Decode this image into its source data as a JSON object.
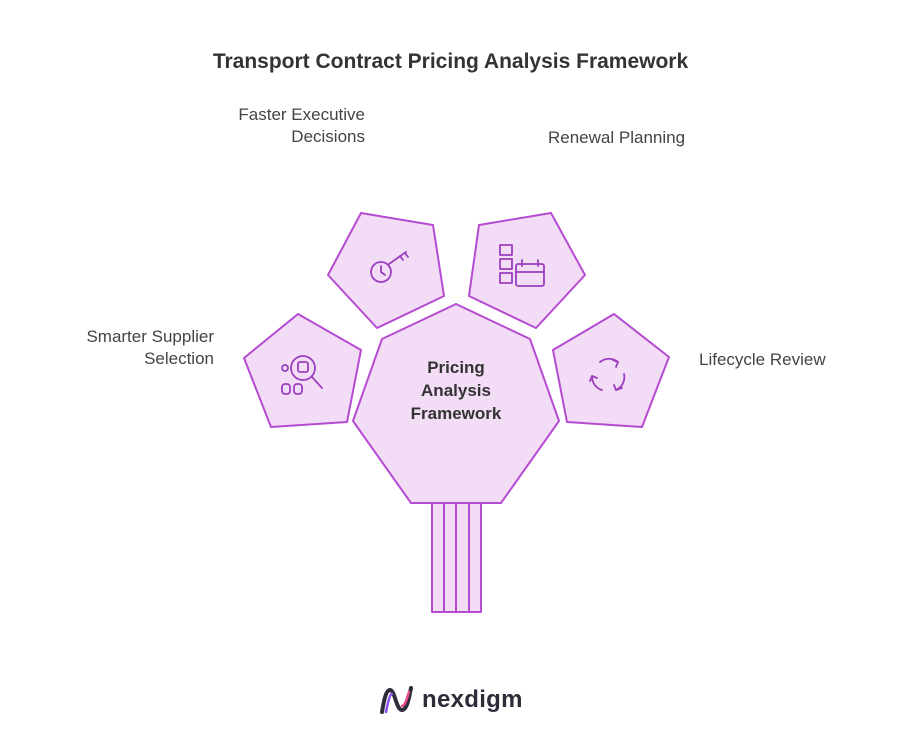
{
  "title": "Transport Contract Pricing Analysis Framework",
  "center": {
    "line1": "Pricing",
    "line2": "Analysis",
    "line3": "Framework"
  },
  "labels": {
    "faster_line1": "Faster Executive",
    "faster_line2": "Decisions",
    "renewal": "Renewal Planning",
    "supplier_line1": "Smarter Supplier",
    "supplier_line2": "Selection",
    "lifecycle": "Lifecycle Review"
  },
  "brand": {
    "name": "nexdigm"
  },
  "colors": {
    "fill": "#f3dcf6",
    "stroke": "#b54bd1",
    "icon": "#9c3fc0",
    "text": "#333333"
  },
  "icons": {
    "faster": "clock-key-icon",
    "renewal": "calendar-planning-icon",
    "supplier": "supplier-search-icon",
    "lifecycle": "cycle-arrows-icon"
  }
}
